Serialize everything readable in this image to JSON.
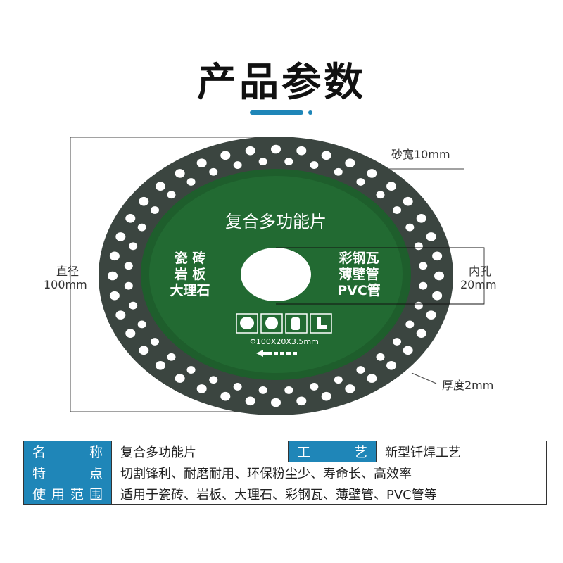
{
  "title": "产品参数",
  "accent": "#1f86b8",
  "blade": {
    "name": "复合多功能片",
    "left_materials": [
      "瓷 砖",
      "岩 板",
      "大理石"
    ],
    "right_materials": [
      "彩钢瓦",
      "薄壁管",
      "PVC管"
    ],
    "spec": "Φ100X20X3.5mm",
    "safety_icons": [
      "goggles-icon",
      "ear-protection-icon",
      "glove-icon",
      "boot-icon"
    ]
  },
  "dims": {
    "sand_width": "砂宽10mm",
    "diameter_label": "直径",
    "diameter_value": "100mm",
    "bore_label": "内孔",
    "bore_value": "20mm",
    "thickness": "厚度2mm"
  },
  "table": {
    "rows": [
      {
        "l1": "名称",
        "v1": "复合多功能片",
        "l2": "工艺",
        "v2": "新型钎焊工艺"
      },
      {
        "l1": "特点",
        "v1": "切割锋利、耐磨耐用、环保粉尘少、寿命长、高效率"
      },
      {
        "l1": "使用范围",
        "v1": "适用于瓷砖、岩板、大理石、彩钢瓦、薄壁管、PVC管等"
      }
    ]
  }
}
